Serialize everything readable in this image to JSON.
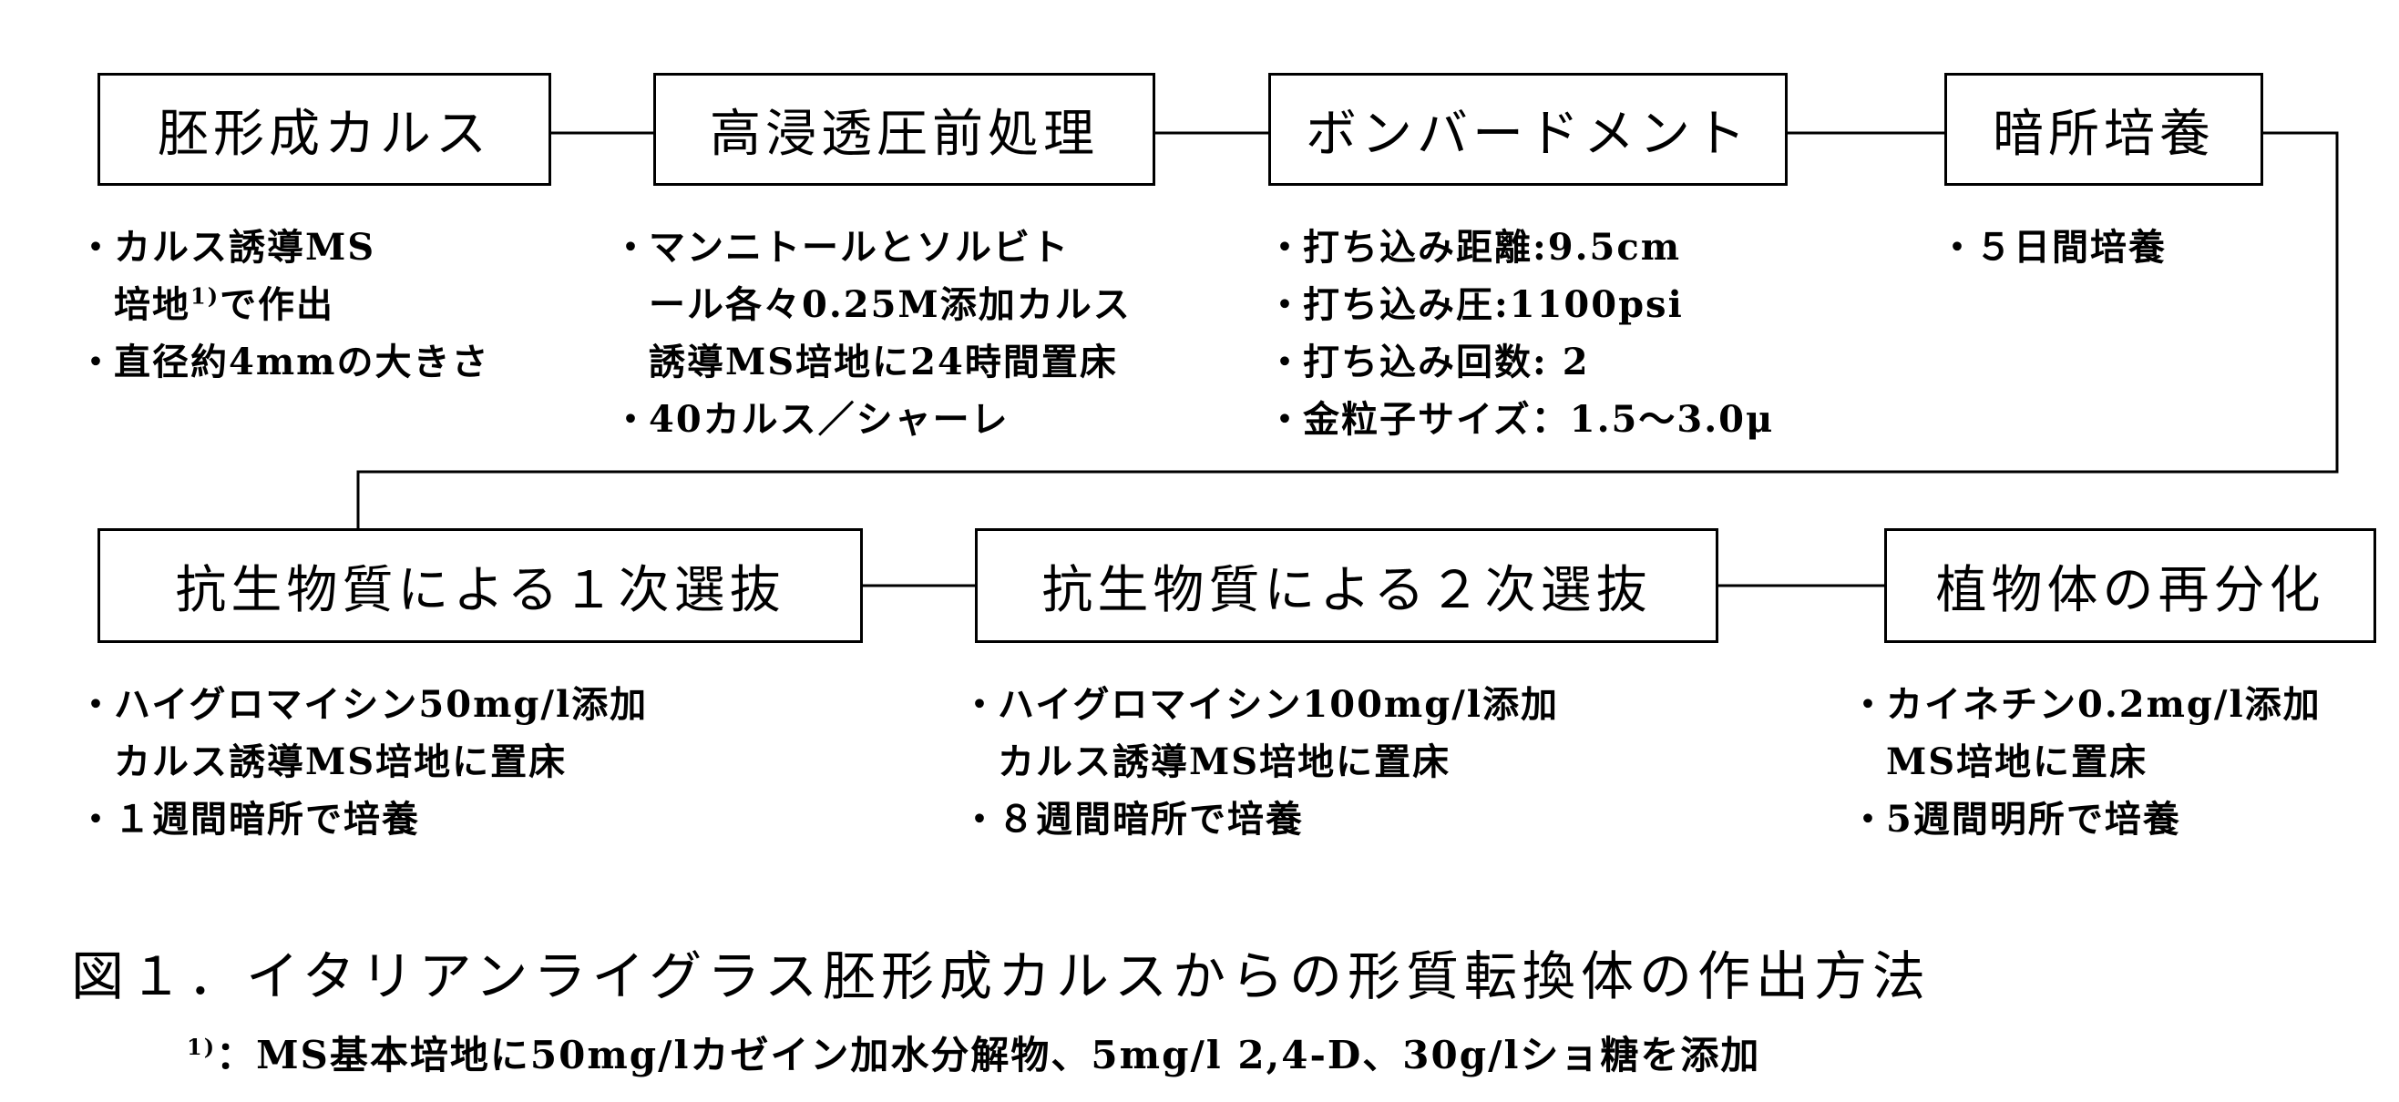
{
  "nodes": [
    {
      "label": "胚形成カルス",
      "notes": [
        [
          "カルス誘導MS",
          "培地",
          "1)",
          "で作出"
        ],
        "直径約4mmの大きさ"
      ]
    },
    {
      "label": "高浸透圧前処理",
      "notes": [
        [
          "マンニトールとソルビト",
          "ール各々0.25M添加カルス",
          "誘導MS培地に24時間置床"
        ],
        "40カルス／シャーレ"
      ]
    },
    {
      "label": "ボンバードメント",
      "notes": [
        "打ち込み距離:9.5cm",
        "打ち込み圧:1100psi",
        "打ち込み回数: 2",
        "金粒子サイズ：1.5～3.0μ"
      ]
    },
    {
      "label": "暗所培養",
      "notes": [
        "５日間培養"
      ]
    },
    {
      "label": "抗生物質による１次選抜",
      "notes": [
        [
          "ハイグロマイシン50mg/l添加",
          "カルス誘導MS培地に置床"
        ],
        "１週間暗所で培養"
      ]
    },
    {
      "label": "抗生物質による２次選抜",
      "notes": [
        [
          "ハイグロマイシン100mg/l添加",
          "カルス誘導MS培地に置床"
        ],
        "８週間暗所で培養"
      ]
    },
    {
      "label": "植物体の再分化",
      "notes": [
        [
          "カイネチン0.2mg/l添加",
          "MS培地に置床"
        ],
        "5週間明所で培養"
      ]
    }
  ],
  "caption": {
    "title": "図１．イタリアンライグラス胚形成カルスからの形質転換体の作出方法",
    "footnote_marker": "1)",
    "footnote_text": "：MS基本培地に50mg/lカゼイン加水分解物、5mg/l 2,4-D、30g/lショ糖を添加"
  }
}
